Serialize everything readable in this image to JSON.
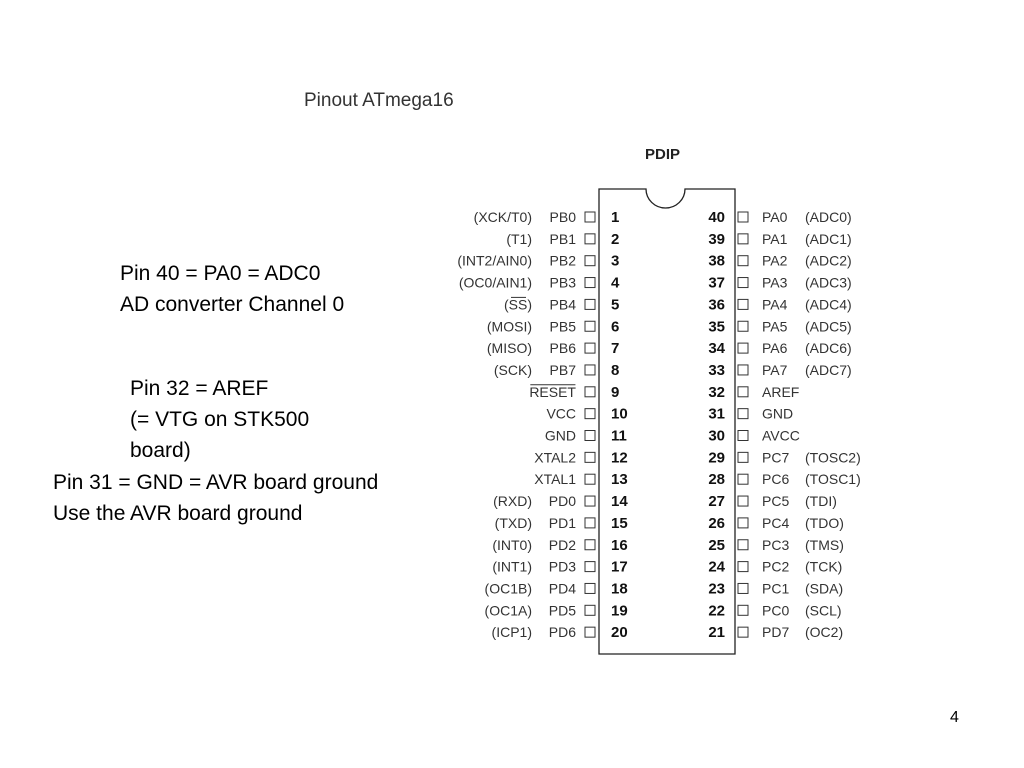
{
  "slide": {
    "title": "Pinout ATmega16",
    "package": "PDIP",
    "page_number": "4"
  },
  "notes": {
    "pin40": [
      "Pin 40 = PA0 = ADC0",
      "AD converter Channel 0"
    ],
    "pin32": [
      "Pin 32 = AREF",
      "(= VTG on STK500",
      "board)"
    ],
    "pin31": [
      "Pin 31 = GND = AVR board ground",
      "Use the AVR board ground"
    ]
  },
  "pins": {
    "left": [
      {
        "num": "1",
        "name": "PB0",
        "alt": "(XCK/T0)"
      },
      {
        "num": "2",
        "name": "PB1",
        "alt": "(T1)"
      },
      {
        "num": "3",
        "name": "PB2",
        "alt": "(INT2/AIN0)"
      },
      {
        "num": "4",
        "name": "PB3",
        "alt": "(OC0/AIN1)"
      },
      {
        "num": "5",
        "name": "PB4",
        "alt": "(SS)",
        "alt_overline": true
      },
      {
        "num": "6",
        "name": "PB5",
        "alt": "(MOSI)"
      },
      {
        "num": "7",
        "name": "PB6",
        "alt": "(MISO)"
      },
      {
        "num": "8",
        "name": "PB7",
        "alt": "(SCK)"
      },
      {
        "num": "9",
        "name": "RESET",
        "alt": "",
        "name_overline": true
      },
      {
        "num": "10",
        "name": "VCC",
        "alt": ""
      },
      {
        "num": "11",
        "name": "GND",
        "alt": ""
      },
      {
        "num": "12",
        "name": "XTAL2",
        "alt": ""
      },
      {
        "num": "13",
        "name": "XTAL1",
        "alt": ""
      },
      {
        "num": "14",
        "name": "PD0",
        "alt": "(RXD)"
      },
      {
        "num": "15",
        "name": "PD1",
        "alt": "(TXD)"
      },
      {
        "num": "16",
        "name": "PD2",
        "alt": "(INT0)"
      },
      {
        "num": "17",
        "name": "PD3",
        "alt": "(INT1)"
      },
      {
        "num": "18",
        "name": "PD4",
        "alt": "(OC1B)"
      },
      {
        "num": "19",
        "name": "PD5",
        "alt": "(OC1A)"
      },
      {
        "num": "20",
        "name": "PD6",
        "alt": "(ICP1)"
      }
    ],
    "right": [
      {
        "num": "40",
        "name": "PA0",
        "alt": "(ADC0)"
      },
      {
        "num": "39",
        "name": "PA1",
        "alt": "(ADC1)"
      },
      {
        "num": "38",
        "name": "PA2",
        "alt": "(ADC2)"
      },
      {
        "num": "37",
        "name": "PA3",
        "alt": "(ADC3)"
      },
      {
        "num": "36",
        "name": "PA4",
        "alt": "(ADC4)"
      },
      {
        "num": "35",
        "name": "PA5",
        "alt": "(ADC5)"
      },
      {
        "num": "34",
        "name": "PA6",
        "alt": "(ADC6)"
      },
      {
        "num": "33",
        "name": "PA7",
        "alt": "(ADC7)"
      },
      {
        "num": "32",
        "name": "AREF",
        "alt": ""
      },
      {
        "num": "31",
        "name": "GND",
        "alt": ""
      },
      {
        "num": "30",
        "name": "AVCC",
        "alt": ""
      },
      {
        "num": "29",
        "name": "PC7",
        "alt": "(TOSC2)"
      },
      {
        "num": "28",
        "name": "PC6",
        "alt": "(TOSC1)"
      },
      {
        "num": "27",
        "name": "PC5",
        "alt": "(TDI)"
      },
      {
        "num": "26",
        "name": "PC4",
        "alt": "(TDO)"
      },
      {
        "num": "25",
        "name": "PC3",
        "alt": "(TMS)"
      },
      {
        "num": "24",
        "name": "PC2",
        "alt": "(TCK)"
      },
      {
        "num": "23",
        "name": "PC1",
        "alt": "(SDA)"
      },
      {
        "num": "22",
        "name": "PC0",
        "alt": "(SCL)"
      },
      {
        "num": "21",
        "name": "PD7",
        "alt": "(OC2)"
      }
    ]
  }
}
